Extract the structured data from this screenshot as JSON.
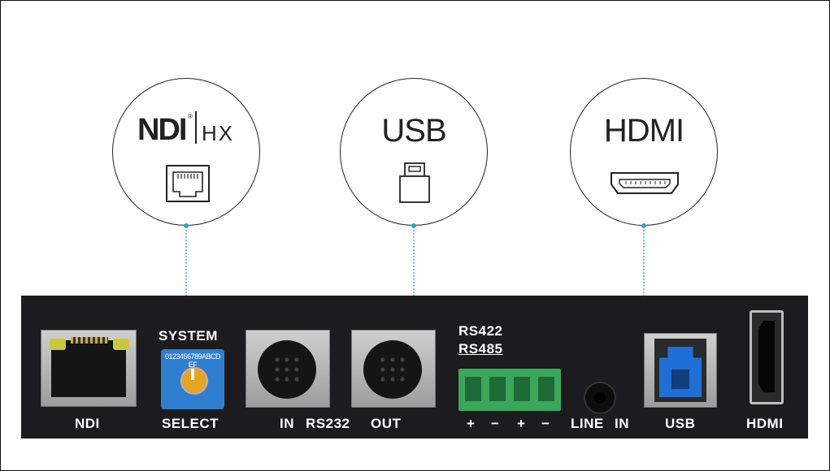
{
  "callouts": {
    "ndi": {
      "brand": "NDI",
      "reg": "®",
      "suffix": "HX",
      "icon": "ethernet-port-icon"
    },
    "usb": {
      "label": "USB",
      "icon": "usb-b-port-icon"
    },
    "hdmi": {
      "label": "HDMI",
      "icon": "hdmi-port-icon"
    }
  },
  "panel": {
    "ndi_label": "NDI",
    "system_label": "SYSTEM",
    "select_label": "SELECT",
    "dial_chars": "0123456789ABCDEF",
    "rs232_in_label": "IN",
    "rs232_label": "RS232",
    "rs232_out_label": "OUT",
    "rs422_label": "RS422",
    "rs485_label": "RS485",
    "terminal_signs": [
      "+",
      "−",
      "+",
      "−"
    ],
    "line_label": "LINE",
    "line_in_label": "IN",
    "usb_label": "USB",
    "hdmi_label": "HDMI"
  },
  "colors": {
    "panel": "#1c1c1e",
    "leader_line": "#2aa3d8",
    "usb_blue": "#1f6fd6",
    "terminal_green": "#3aa85a"
  }
}
